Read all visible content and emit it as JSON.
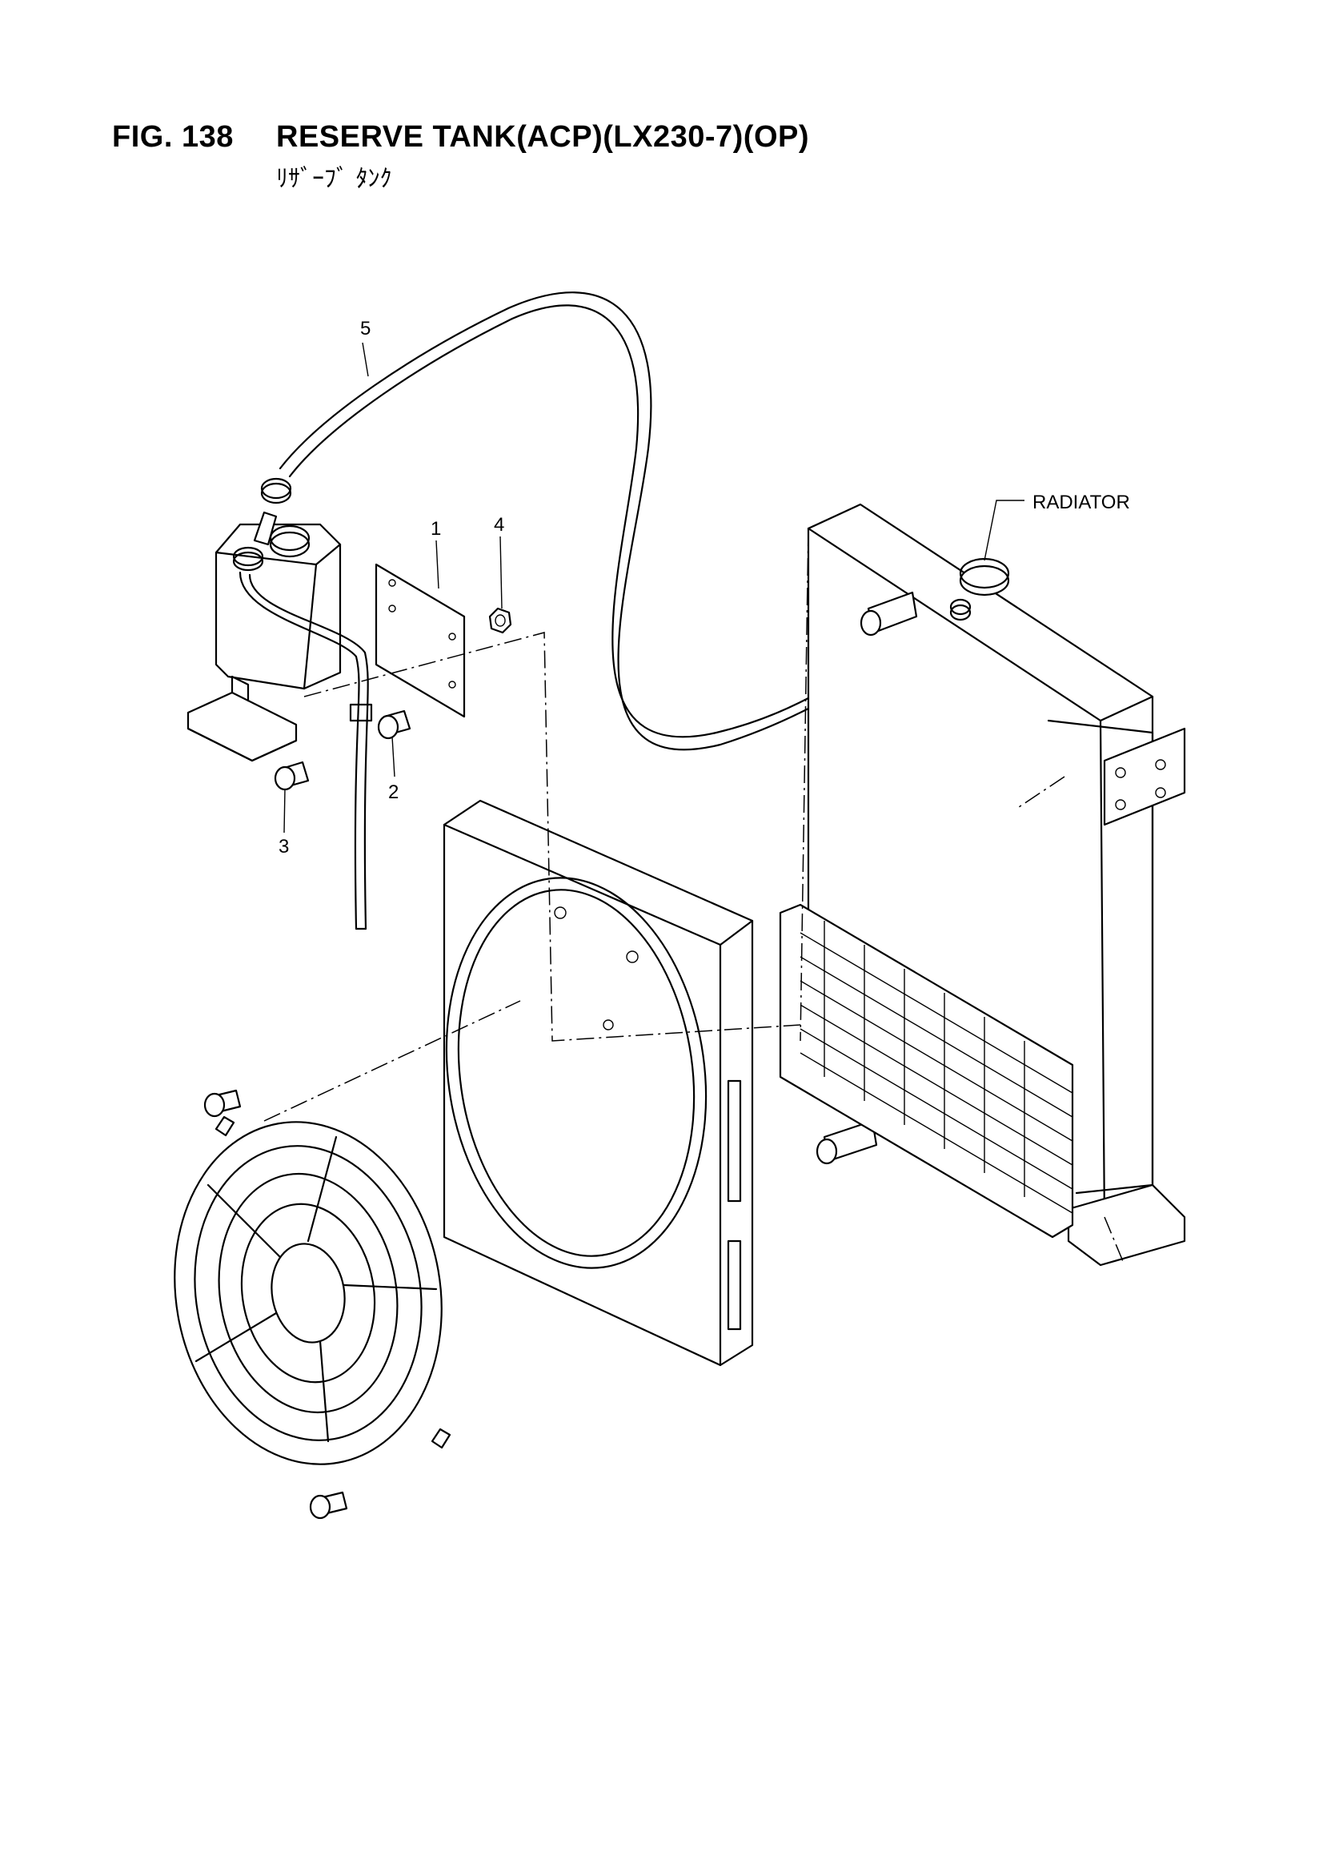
{
  "figure": {
    "number": "FIG. 138",
    "title": "RESERVE TANK(ACP)(LX230-7)(OP)",
    "subtitle": "ﾘｻﾞｰﾌﾞ ﾀﾝｸ"
  },
  "callouts": {
    "c1": "1",
    "c2": "2",
    "c3": "3",
    "c4": "4",
    "c5": "5",
    "radiator": "RADIATOR"
  }
}
